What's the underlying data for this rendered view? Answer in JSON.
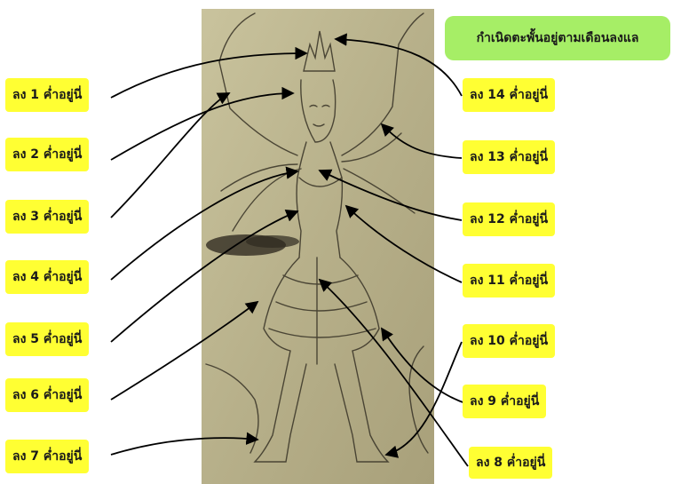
{
  "title": "กำเนิดตะพั้นอยู่ตามเดือนลงแล",
  "labels": {
    "l1": "ลง 1 ค่ำอยู่นี่",
    "l2": "ลง 2 ค่ำอยู่นี่",
    "l3": "ลง 3 ค่ำอยู่นี่",
    "l4": "ลง 4 ค่ำอยู่นี่",
    "l5": "ลง 5 ค่ำอยู่นี่",
    "l6": "ลง 6 ค่ำอยู่นี่",
    "l7": "ลง 7 ค่ำอยู่นี่",
    "l8": "ลง 8 ค่ำอยู่นี่",
    "l9": "ลง 9 ค่ำอยู่นี่",
    "l10": "ลง 10 ค่ำอยู่นี่",
    "l11": "ลง 11 ค่ำอยู่นี่",
    "l12": "ลง 12 ค่ำอยู่นี่",
    "l13": "ลง 13 ค่ำอยู่นี่",
    "l14": "ลง 14 ค่ำอยู่นี่"
  },
  "colors": {
    "label_bg": "#ffff33",
    "title_bg": "#a6ee66",
    "paper": "#b8b28a",
    "ink": "#3a3528"
  }
}
